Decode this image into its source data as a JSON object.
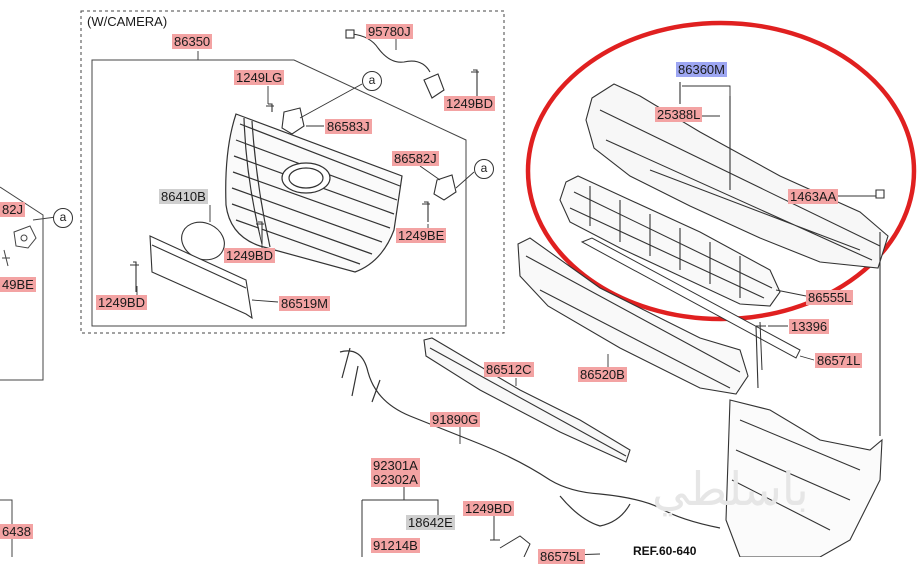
{
  "group_title": "(W/CAMERA)",
  "callout_letter": "a",
  "watermark": "باسلطي",
  "reference": "REF.60-640",
  "colors": {
    "part_highlight": "#f3a3a3",
    "part_assembly_blue": "#9da6f2",
    "part_gray": "#cfcfcf",
    "emphasis_circle": "#e02020",
    "line": "#333333"
  },
  "parts": {
    "p86350": "86350",
    "p95780J": "95780J",
    "p1249LG": "1249LG",
    "p1249BD_top": "1249BD",
    "p86583J": "86583J",
    "p86582J": "86582J",
    "p86410B": "86410B",
    "p1249BE_mid": "1249BE",
    "p1249BD_mid": "1249BD",
    "p1249BD_left": "1249BD",
    "p86519M": "86519M",
    "p82J_left": "82J",
    "p49BE_left": "49BE",
    "p86360M": "86360M",
    "p25388L": "25388L",
    "p1463AA": "1463AA",
    "p86555L": "86555L",
    "p13396": "13396",
    "p86571L": "86571L",
    "p86520B": "86520B",
    "p86512C": "86512C",
    "p91890G": "91890G",
    "p92301A": "92301A",
    "p92302A": "92302A",
    "p18642E": "18642E",
    "p1249BD_bottom": "1249BD",
    "p91214B": "91214B",
    "p6438_left": "6438",
    "p86575L_cut": "86575L"
  }
}
